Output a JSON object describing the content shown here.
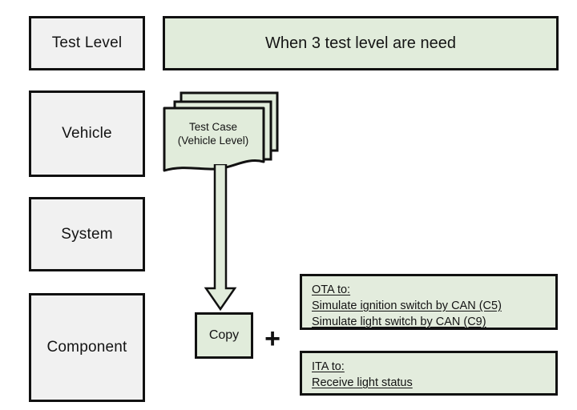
{
  "diagram": {
    "title": "When 3 test level are need",
    "levels": [
      {
        "label": "Test Level"
      },
      {
        "label": "Vehicle"
      },
      {
        "label": "System"
      },
      {
        "label": "Component"
      }
    ],
    "document_stack": {
      "line1": "Test Case",
      "line2": "(Vehicle Level)",
      "sheets": 3
    },
    "copy_node": {
      "label": "Copy"
    },
    "operator": {
      "symbol": "+"
    },
    "notes": [
      {
        "id": "ota",
        "lines": [
          "OTA to:",
          "Simulate ignition switch by CAN (C5)",
          "Simulate light switch by CAN (C9)"
        ]
      },
      {
        "id": "ita",
        "lines": [
          "ITA to:",
          "Receive light status"
        ]
      }
    ],
    "colors": {
      "green_fill": "#e1ecdb",
      "grey_fill": "#f1f1f1",
      "stroke": "#111111",
      "background": "#ffffff",
      "text": "#141414"
    }
  }
}
